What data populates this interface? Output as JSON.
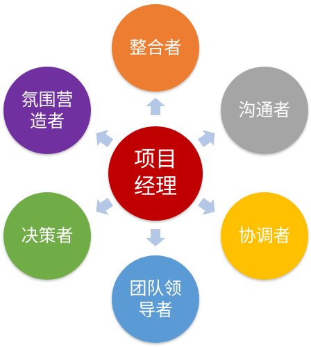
{
  "diagram": {
    "center": {
      "label": "项目\n经理",
      "color": "#c00000"
    },
    "nodes": [
      {
        "label": "整合者",
        "color": "#ed7d31"
      },
      {
        "label": "沟通者",
        "color": "#a5a5a5"
      },
      {
        "label": "协调者",
        "color": "#ffc000"
      },
      {
        "label": "团队领\n导者",
        "color": "#5b9bd5"
      },
      {
        "label": "决策者",
        "color": "#70ad47"
      },
      {
        "label": "氛围营\n造者",
        "color": "#7030a0"
      }
    ],
    "arrow_color": "#b4c7e7"
  }
}
